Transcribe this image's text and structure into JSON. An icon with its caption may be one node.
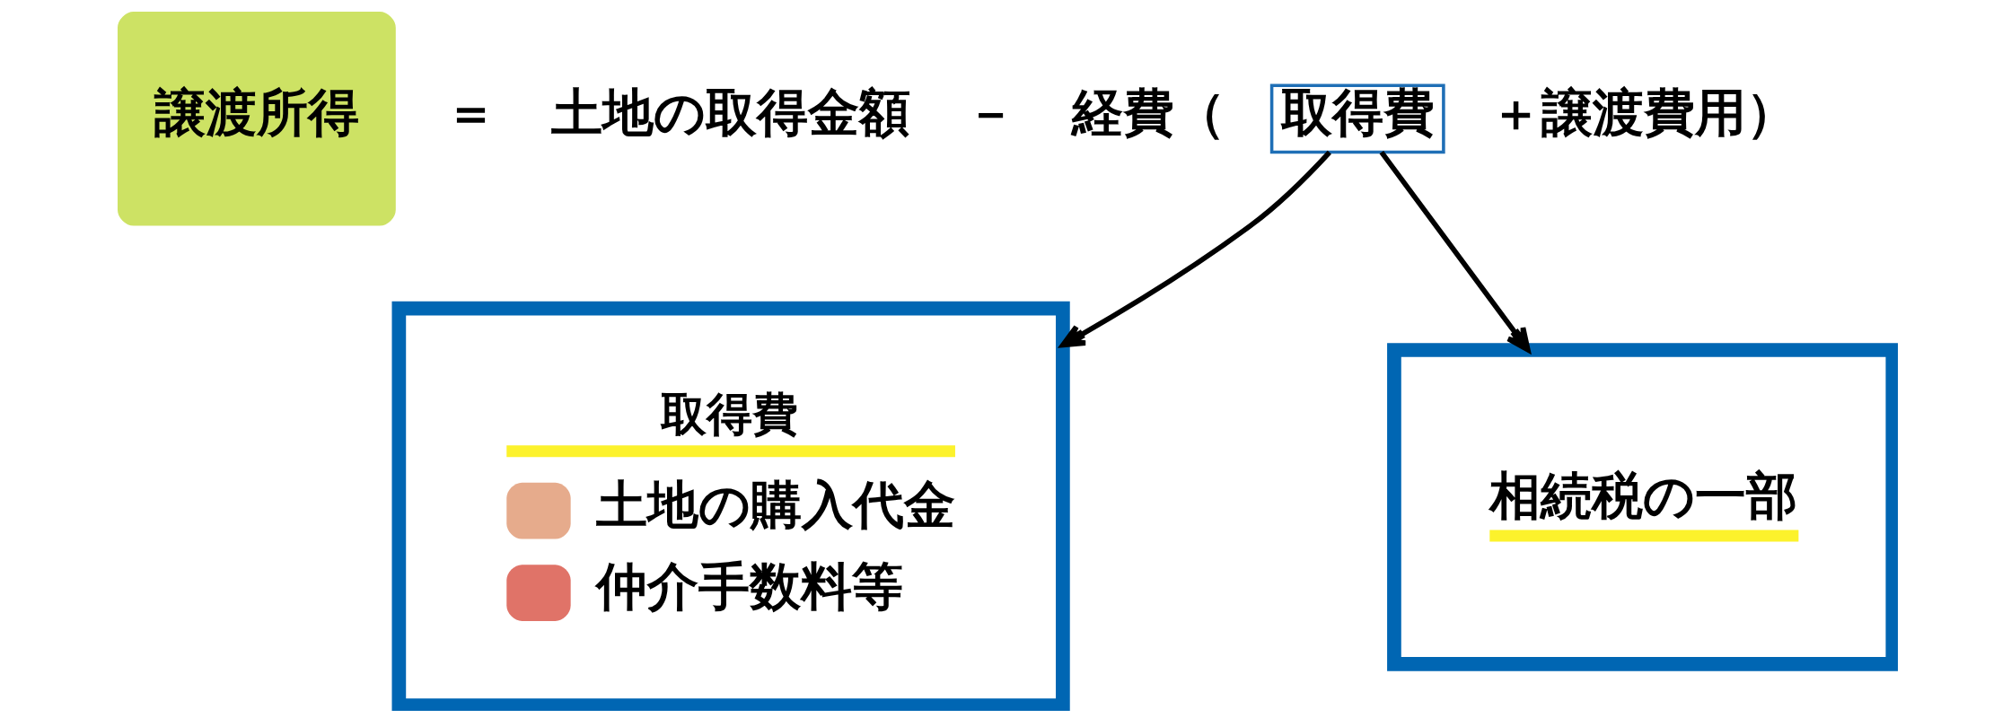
{
  "diagram": {
    "nodes": [
      {
        "text": [
          "譲渡所得"
        ]
      },
      {
        "text": [
          "取得費"
        ]
      },
      {
        "text": [
          "取得費",
          "土地の購入代金",
          "仲介手数料等"
        ]
      },
      {
        "text": [
          "相続税の一部"
        ]
      }
    ],
    "edges": [
      {
        "from": 1,
        "to": 2,
        "arrow": "to"
      },
      {
        "from": 1,
        "to": 3,
        "arrow": "to"
      }
    ],
    "labels": [
      "＝",
      "土地の取得金額",
      "－",
      "経費（",
      "＋譲渡費用）"
    ]
  }
}
